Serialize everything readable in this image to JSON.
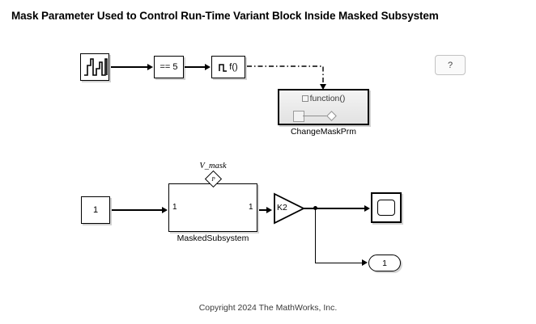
{
  "page": {
    "title": "Mask Parameter Used to Control Run-Time Variant Block Inside Masked Subsystem",
    "copyright": "Copyright 2024 The MathWorks, Inc.",
    "background": "#ffffff",
    "line_color": "#000000"
  },
  "help": {
    "label": "?"
  },
  "top_row": {
    "source_block": {
      "name": "repeating-sequence-stair",
      "label": ""
    },
    "compare_block": {
      "label": "== 5"
    },
    "function_call_generator": {
      "label": "f()"
    },
    "function_call_subsystem": {
      "title": "function()",
      "label": "ChangeMaskPrm"
    },
    "signal_style": "dash-dot"
  },
  "bottom_row": {
    "constant_block": {
      "label": "1"
    },
    "masked_subsystem": {
      "label": "MaskedSubsystem",
      "input_port": "1",
      "output_port": "1",
      "mask_parameter_label": "V_mask",
      "mask_badge": "P"
    },
    "gain_block": {
      "label": "K2"
    },
    "scope_block": {
      "label": ""
    },
    "outport_block": {
      "label": "1"
    }
  }
}
